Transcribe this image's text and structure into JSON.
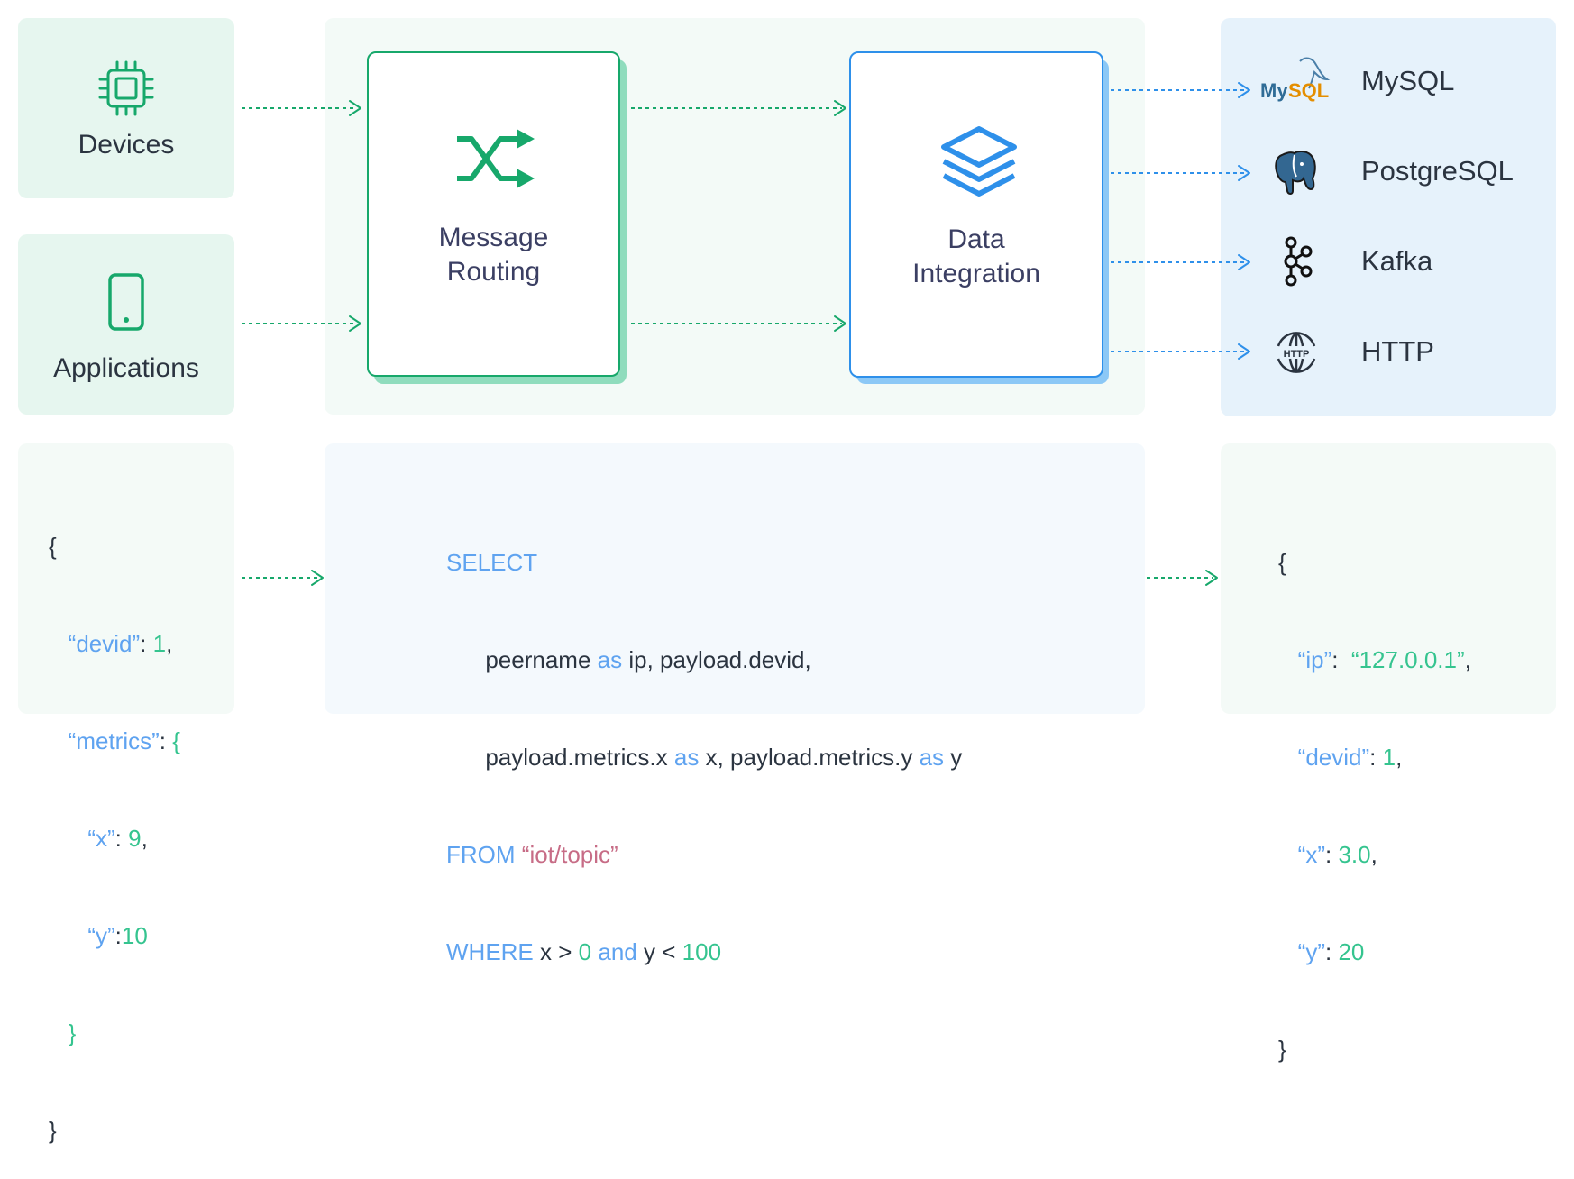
{
  "sources": {
    "devices_label": "Devices",
    "applications_label": "Applications"
  },
  "routing": {
    "title_line1": "Message",
    "title_line2": "Routing"
  },
  "integration": {
    "title_line1": "Data",
    "title_line2": "Integration"
  },
  "sinks": [
    {
      "label": "MySQL",
      "icon": "mysql-logo-icon"
    },
    {
      "label": "PostgreSQL",
      "icon": "postgresql-elephant-icon"
    },
    {
      "label": "Kafka",
      "icon": "kafka-logo-icon"
    },
    {
      "label": "HTTP",
      "icon": "http-globe-icon"
    }
  ],
  "mysql_logo": {
    "my": "My",
    "sql": "SQL"
  },
  "http_icon_text": "HTTP",
  "input_json": {
    "open": "{",
    "devid_key": "“devid”",
    "devid_val": "1",
    "metrics_key": "“metrics”",
    "metrics_open": "{",
    "x_key": "“x”",
    "x_val": "9",
    "y_key": "“y”",
    "y_val": "10",
    "metrics_close": "}",
    "close": "}"
  },
  "sql": {
    "select": "SELECT",
    "l2_a": "peername",
    "as1": "as",
    "l2_b": "ip, payload.devid,",
    "l3_a": "payload.metrics.x",
    "as2": "as",
    "l3_b": "x, payload.metrics.y",
    "as3": "as",
    "l3_c": "y",
    "from": "FROM",
    "topic": "“iot/topic”",
    "where": "WHERE",
    "w_x": "x >",
    "w_zero": "0",
    "w_and": "and",
    "w_y": "y <",
    "w_hundred": "100"
  },
  "output_json": {
    "open": "{",
    "ip_key": "“ip”",
    "ip_val": "“127.0.0.1”",
    "devid_key": "“devid”",
    "devid_val": "1",
    "x_key": "“x”",
    "x_val": "3.0",
    "y_key": "“y”",
    "y_val": "20",
    "close": "}"
  },
  "colors": {
    "green": "#17a86b",
    "blue": "#2e90ea",
    "text": "#2b3440",
    "keyword": "#5fa3f0",
    "number": "#35c48f",
    "string": "#c76c86"
  }
}
